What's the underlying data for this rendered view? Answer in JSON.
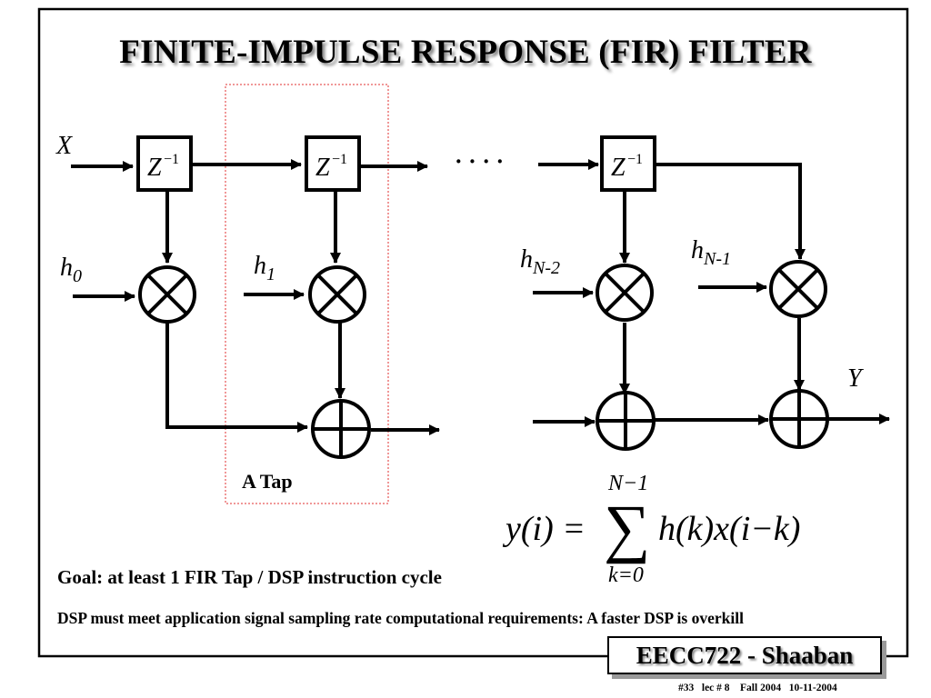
{
  "title": "FINITE-IMPULSE RESPONSE (FIR) FILTER",
  "diagram": {
    "input_label": "X",
    "output_label": "Y",
    "delay_label": "Z",
    "delay_exponent": "−1",
    "ellipsis": "· · · ·",
    "coeffs": [
      {
        "base": "h",
        "sub": "0"
      },
      {
        "base": "h",
        "sub": "1"
      },
      {
        "base": "h",
        "sub": "N-2"
      },
      {
        "base": "h",
        "sub": "N-1"
      }
    ],
    "tap_label": "A Tap"
  },
  "equation": {
    "lhs": "y(i) =",
    "upper": "N−1",
    "lower": "k=0",
    "rhs": "h(k)x(i−k)"
  },
  "goal_text": "Goal:  at least 1 FIR Tap / DSP instruction cycle",
  "dsp_text": "DSP must meet application signal sampling rate computational requirements: A faster DSP is overkill",
  "footer": {
    "course": "EECC722 - Shaaban",
    "slide_info": "#33   lec # 8    Fall 2004   10-11-2004"
  },
  "colors": {
    "tap_border": "#e03030",
    "shadow": "#8a8a8a"
  }
}
